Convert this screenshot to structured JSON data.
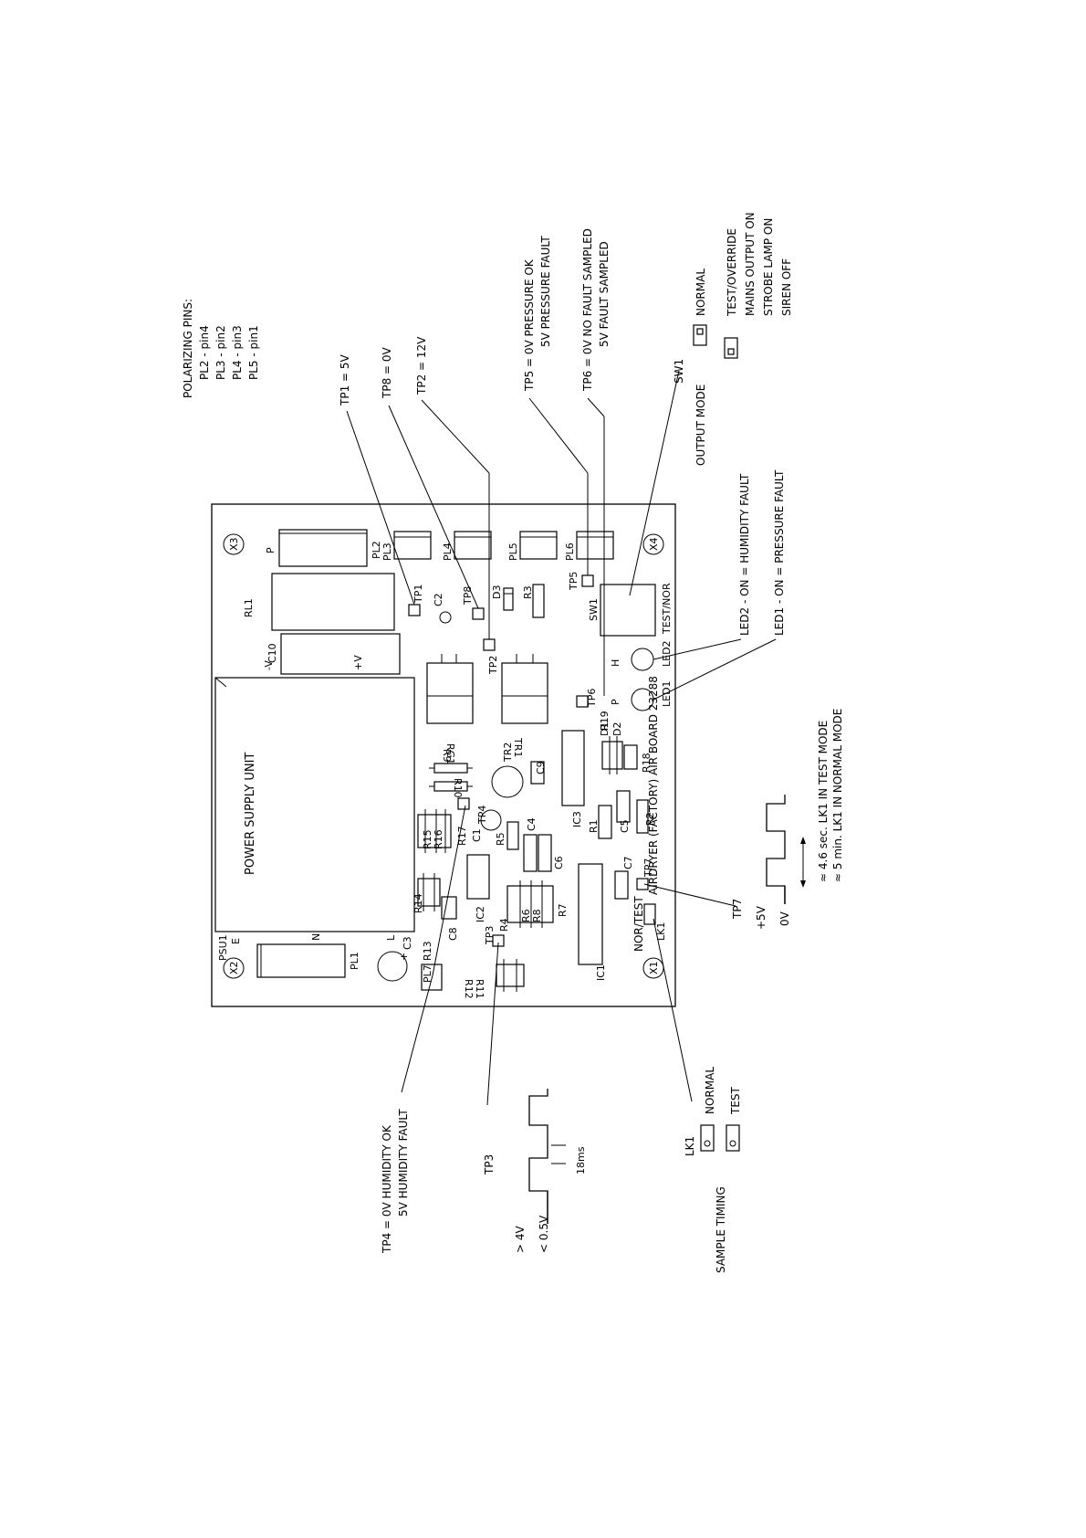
{
  "board": {
    "title": "AIRDRYER (FACTORY) AIR BOARD 23288",
    "psu_label": "POWER SUPPLY UNIT"
  },
  "polarizing": {
    "title": "POLARIZING PINS:",
    "items": [
      "PL2 - pin4",
      "PL3 - pin2",
      "PL4 - pin3",
      "PL5 - pin1"
    ]
  },
  "testpoints": {
    "tp1": "TP1 = 5V",
    "tp8": "TP8 = 0V",
    "tp2": "TP2 = 12V",
    "tp5_a": "TP5 = 0V PRESSURE OK",
    "tp5_b": "5V PRESSURE FAULT",
    "tp6_a": "TP6 = 0V NO FAULT SAMPLED",
    "tp6_b": "5V FAULT SAMPLED",
    "tp4_a": "TP4 = 0V HUMIDITY OK",
    "tp4_b": "5V HUMIDITY FAULT",
    "tp3": "TP3",
    "tp7": "TP7"
  },
  "output_mode": {
    "title": "OUTPUT MODE",
    "sw": "SW1",
    "normal": "NORMAL",
    "test": "TEST/OVERRIDE",
    "desc": [
      "MAINS OUTPUT ON",
      "STROBE LAMP ON",
      "SIREN        OFF"
    ]
  },
  "leds": {
    "led2": "LED2 - ON = HUMIDITY FAULT",
    "led1": "LED1 - ON = PRESSURE FAULT"
  },
  "timing": {
    "plus5v": "+5V",
    "zero_v": "0V",
    "note1": "≈ 4.6 sec. LK1 IN TEST MODE",
    "note2": "≈ 5 min. LK1 IN NORMAL MODE",
    "gt4v": "> 4V",
    "lt05v": "< 0.5V",
    "ms": "18ms",
    "lk1": "LK1",
    "normal": "NORMAL",
    "test": "TEST",
    "sample_timing": "SAMPLE TIMING"
  },
  "components": {
    "x1": "X1",
    "x2": "X2",
    "x3": "X3",
    "x4": "X4",
    "psu1": "PSU1",
    "e": "E",
    "n": "N",
    "l": "L",
    "pl1": "PL1",
    "pl2": "PL2",
    "pl3": "PL3",
    "pl4": "PL4",
    "pl5": "PL5",
    "pl6": "PL6",
    "pl7": "PL7",
    "rl1": "RL1",
    "c10": "C10",
    "minus_v": "-V",
    "plus_v": "+V",
    "p": "P",
    "h": "H",
    "tp1": "TP1",
    "tp2": "TP2",
    "tp3": "TP3",
    "tp4": "TP4",
    "tp5": "TP5",
    "tp6": "TP6",
    "tp7": "TP7",
    "tp8": "TP8",
    "c1": "C1",
    "c2": "C2",
    "c3": "C3",
    "c4": "C4",
    "c5": "C5",
    "c6": "C6",
    "c7": "C7",
    "c8": "C8",
    "c9": "C9",
    "d1": "D1",
    "d2": "D2",
    "d3": "D3",
    "r1": "R1",
    "r2": "R2",
    "r3": "R3",
    "r4": "R4",
    "r5": "R5",
    "r6": "R6",
    "r7": "R7",
    "r8": "R8",
    "r9": "R9",
    "r10": "R10",
    "r11": "R11",
    "r12": "R12",
    "r13": "R13",
    "r14": "R14",
    "r15": "R15",
    "r16": "R16",
    "r17": "R17",
    "r18": "R18",
    "r19": "R19",
    "ic1": "IC1",
    "ic2": "IC2",
    "ic3": "IC3",
    "tr1": "TR1",
    "tr2": "TR2",
    "rg1": "RG1",
    "sw1": "SW1",
    "test_nor": "TEST/NOR",
    "led1": "LED1",
    "led2": "LED2",
    "nor_test": "NOR/TEST",
    "lk1": "LK1"
  }
}
